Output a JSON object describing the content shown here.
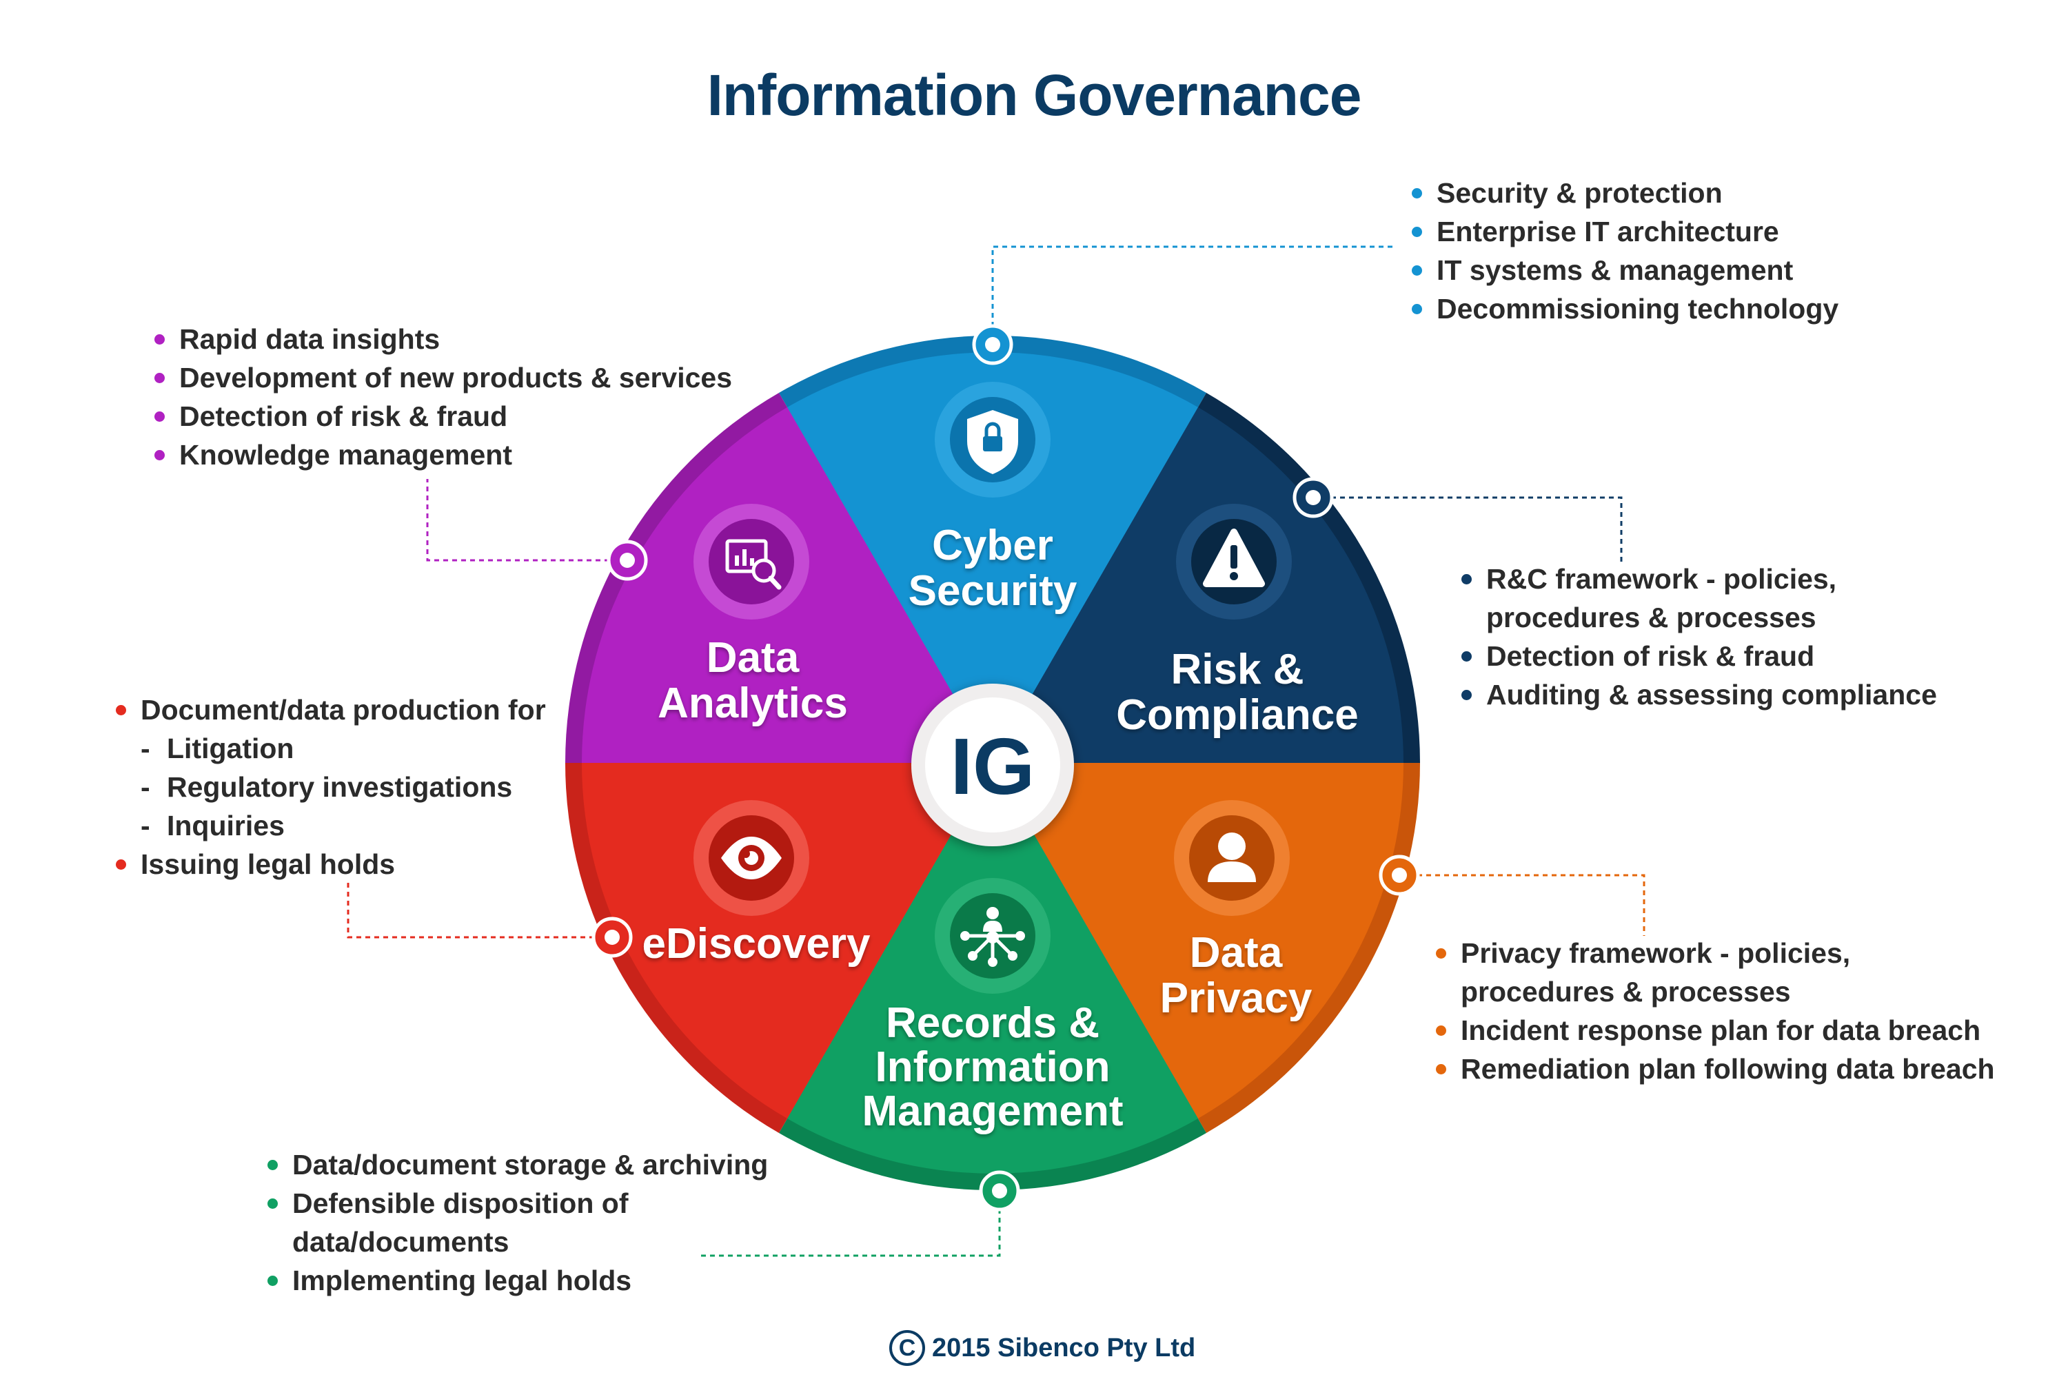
{
  "title": "Information Governance",
  "center_label": "IG",
  "copyright": {
    "symbol": "C",
    "text": "2015 Sibenco Pty Ltd"
  },
  "segments": [
    {
      "key": "cyber",
      "name_lines": [
        "Cyber",
        "Security"
      ],
      "icon": "shield-lock-icon",
      "color": "#1493d2",
      "items": [
        "Security & protection",
        "Enterprise IT architecture",
        "IT systems & management",
        "Decommissioning technology"
      ]
    },
    {
      "key": "risk",
      "name_lines": [
        "Risk &",
        "Compliance"
      ],
      "icon": "warning-icon",
      "color": "#0f3c66",
      "items": [
        "R&C framework - policies,",
        "procedures & processes",
        "Detection of risk & fraud",
        "Auditing & assessing compliance"
      ]
    },
    {
      "key": "privacy",
      "name_lines": [
        "Data",
        "Privacy"
      ],
      "icon": "person-icon",
      "color": "#e4670c",
      "items": [
        "Privacy framework - policies,",
        "procedures & processes",
        "Incident response plan for data breach",
        "Remediation plan following data breach"
      ]
    },
    {
      "key": "records",
      "name_lines": [
        "Records &",
        "Information",
        "Management"
      ],
      "icon": "network-icon",
      "color": "#10a063",
      "items": [
        "Data/document storage & archiving",
        "Defensible disposition of",
        "data/documents",
        "Implementing legal holds"
      ]
    },
    {
      "key": "ediscovery",
      "name_lines": [
        "eDiscovery"
      ],
      "icon": "eye-icon",
      "color": "#e42b1f",
      "items": [
        "Document/data production for",
        "Litigation",
        "Regulatory investigations",
        "Inquiries",
        "Issuing legal holds"
      ]
    },
    {
      "key": "analytics",
      "name_lines": [
        "Data",
        "Analytics"
      ],
      "icon": "analytics-search-icon",
      "color": "#b021c2",
      "items": [
        "Rapid data insights",
        "Development of new products & services",
        "Detection of risk & fraud",
        "Knowledge management"
      ]
    }
  ]
}
